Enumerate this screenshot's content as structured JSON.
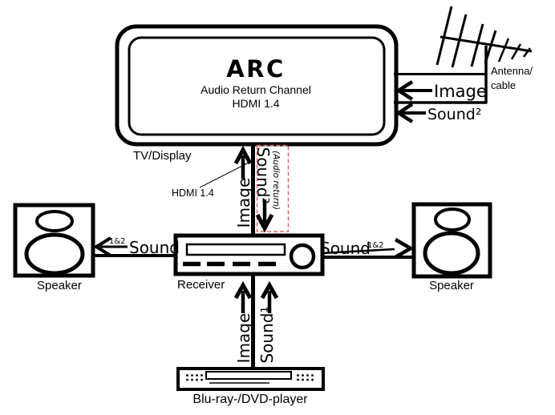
{
  "tv": {
    "title": "ARC",
    "subtitle": "Audio Return Channel",
    "standard": "HDMI 1.4",
    "label": "TV/Display"
  },
  "antenna": {
    "label_line1": "Antenna/",
    "label_line2": "cable",
    "image_label": "Image",
    "sound_label": "Sound²"
  },
  "tv_receiver_link": {
    "image_label": "Image",
    "sound_label": "Sound²",
    "note": "(Audio return)",
    "hdmi_callout": "HDMI 1.4"
  },
  "speakers": {
    "left_label": "Speaker",
    "right_label": "Speaker",
    "left_sound_sup": "1&2",
    "left_sound_label": "Sound",
    "right_sound_label": "Sound",
    "right_sound_sup": "1&2"
  },
  "receiver": {
    "label": "Receiver"
  },
  "bluray": {
    "label": "Blu-ray-/DVD-player",
    "image_label": "Image",
    "sound_label": "Sound¹"
  },
  "colors": {
    "ink": "#000000",
    "arc_dash": "#e06c6c",
    "background": "#ffffff"
  }
}
